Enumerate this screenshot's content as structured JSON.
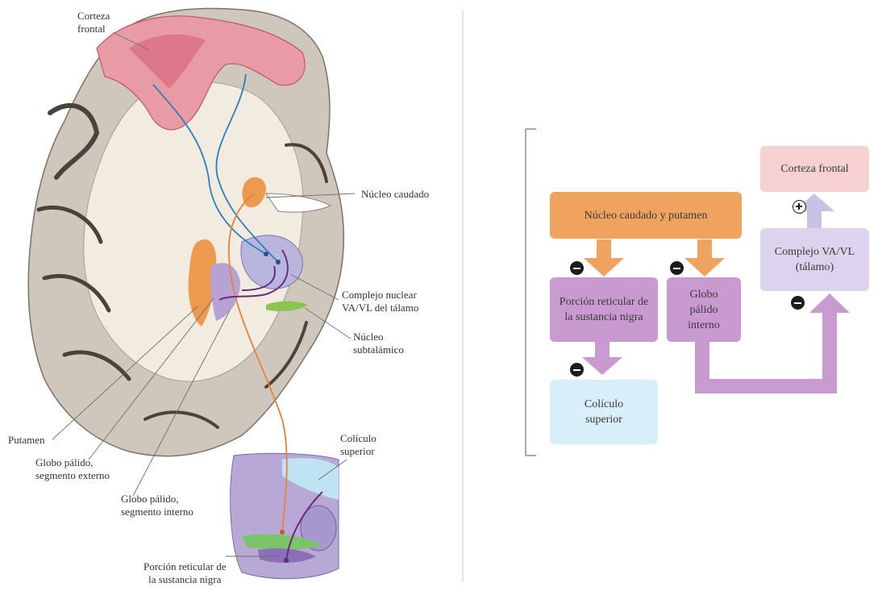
{
  "anatomy_labels": {
    "corteza_frontal": "Corteza\nfrontal",
    "nucleo_caudado": "Núcleo caudado",
    "complejo_nuclear": "Complejo nuclear\nVA/VL del tálamo",
    "nucleo_subtalamico": "Núcleo\nsubtalámico",
    "putamen": "Putamen",
    "globo_externo": "Globo pálido,\nsegmento externo",
    "globo_interno": "Globo pálido,\nsegmento interno",
    "coliculo_superior": "Colículo\nsuperior",
    "porcion_reticular": "Porción reticular de\nla sustancia nigra"
  },
  "flow_boxes": {
    "caudado_putamen": "Núcleo caudado y putamen",
    "porcion_reticular": "Porción reticular de\nla sustancia nigra",
    "globo_palido_interno": "Globo\npálido\ninterno",
    "coliculo_superior": "Colículo\nsuperior",
    "complejo_vavl": "Complejo VA/VL\n(tálamo)",
    "corteza_frontal": "Corteza frontal"
  },
  "colors": {
    "orange_box": "#f0a35e",
    "purple_box": "#c89ad0",
    "lavender_box": "#dcd4ee",
    "pink_box": "#f7d0d2",
    "blue_box": "#d8eef8",
    "arrow_purple": "#c89ad0",
    "arrow_lavender": "#c8c3e6",
    "arrow_orange": "#f0a35e"
  },
  "signs": {
    "inhibitory": "−",
    "excitatory": "+"
  }
}
